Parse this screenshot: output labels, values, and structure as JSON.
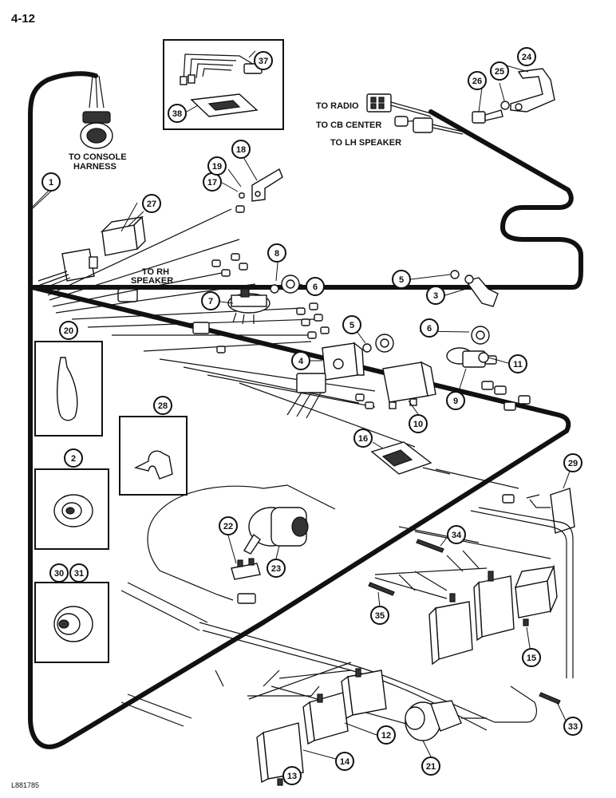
{
  "page_number": "4-12",
  "reference_code": "L881785",
  "labels": {
    "console": [
      "TO CONSOLE",
      "HARNESS"
    ],
    "radio": "TO RADIO",
    "cb": "TO CB CENTER",
    "lh_speaker": "TO LH SPEAKER",
    "rh_speaker": [
      "TO RH",
      "SPEAKER"
    ]
  },
  "callouts": [
    "1",
    "2",
    "3",
    "4",
    "5",
    "5",
    "6",
    "6",
    "7",
    "8",
    "9",
    "10",
    "11",
    "12",
    "13",
    "14",
    "15",
    "16",
    "17",
    "18",
    "19",
    "20",
    "21",
    "22",
    "23",
    "24",
    "25",
    "26",
    "27",
    "28",
    "29",
    "30",
    "31",
    "33",
    "34",
    "35",
    "37",
    "38"
  ]
}
